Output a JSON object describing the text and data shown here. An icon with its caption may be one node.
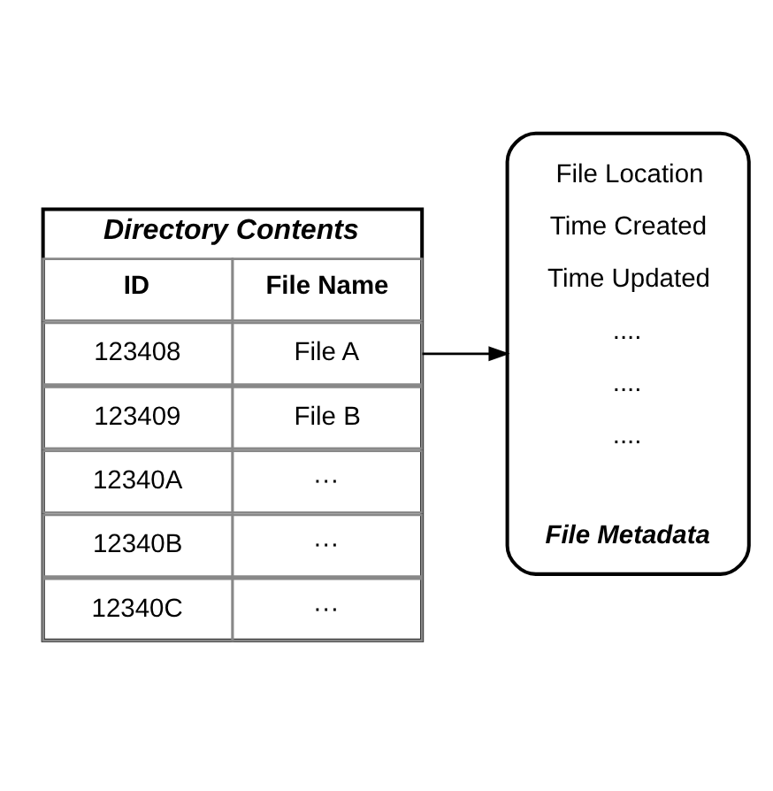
{
  "diagram": {
    "nodes": [
      {
        "text": [
          "Directory Contents"
        ]
      },
      {
        "text": [
          "ID",
          "File Name"
        ],
        "in": 0
      },
      {
        "text": [
          "123408",
          "File A"
        ],
        "in": 0
      },
      {
        "text": [
          "123409",
          "File B"
        ],
        "in": 0
      },
      {
        "text": [
          "12340A",
          "···"
        ],
        "in": 0
      },
      {
        "text": [
          "12340B",
          "···"
        ],
        "in": 0
      },
      {
        "text": [
          "12340C",
          "···"
        ],
        "in": 0
      },
      {
        "text": [
          "File Location",
          "Time Created",
          "Time Updated",
          "....",
          "....",
          "....",
          "File Metadata"
        ]
      }
    ],
    "edges": [
      {
        "from": 2,
        "to": 7,
        "arrow": "to"
      }
    ]
  }
}
